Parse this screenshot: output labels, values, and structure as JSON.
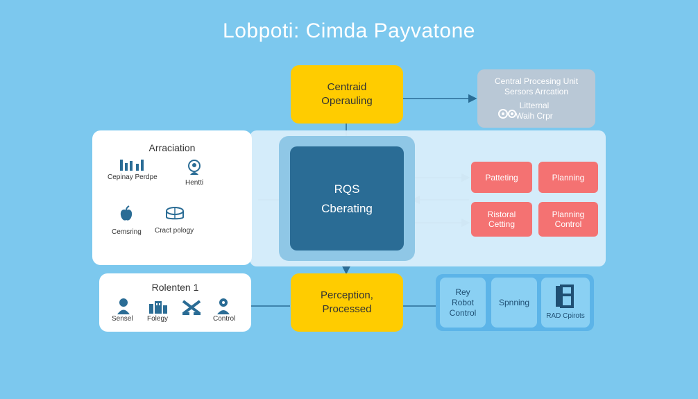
{
  "title": "Lobpoti: Cimda Payvatone",
  "top_box": {
    "line1": "Centraid",
    "line2": "Operauling"
  },
  "cpu_box": {
    "line1": "Central Procesing Unit",
    "line2": "Sersors Arrcation",
    "line3": "Litternal",
    "line4": "Waih Crpr"
  },
  "left_panel": {
    "title": "Arraciation",
    "items": [
      {
        "label": "Cepinay Perdpe",
        "icon": "bar-chart-icon"
      },
      {
        "label": "Hentti",
        "icon": "person-icon"
      },
      {
        "label": "Cemsring",
        "icon": "apple-icon"
      },
      {
        "label": "Cract pology",
        "icon": "database-icon"
      }
    ]
  },
  "center_box": {
    "line1": "RQS",
    "line2": "Cberating"
  },
  "red_boxes": [
    {
      "text": "Patteting"
    },
    {
      "text": "Planning"
    },
    {
      "text": "Ristoral Cetting"
    },
    {
      "text": "Planning Control"
    }
  ],
  "bottom_left_panel": {
    "title": "Rolenten 1",
    "items": [
      {
        "label": "Sensel",
        "icon": "person-headset-icon"
      },
      {
        "label": "Folegy",
        "icon": "factory-icon"
      },
      {
        "label": "",
        "icon": "robot-arm-icon"
      },
      {
        "label": "Control",
        "icon": "user-icon"
      }
    ]
  },
  "bottom_box": {
    "line1": "Perception,",
    "line2": "Processed"
  },
  "blue_cards": [
    {
      "text": "Rey Robot Control"
    },
    {
      "text": "Spnning"
    },
    {
      "text": "RAD Cpirots",
      "icon": "rad-logo-icon"
    }
  ],
  "colors": {
    "background": "#7cc8ee",
    "yellow": "#ffcc00",
    "red": "#f47272",
    "navy": "#2a6c95",
    "connector": "#2a6c95"
  }
}
